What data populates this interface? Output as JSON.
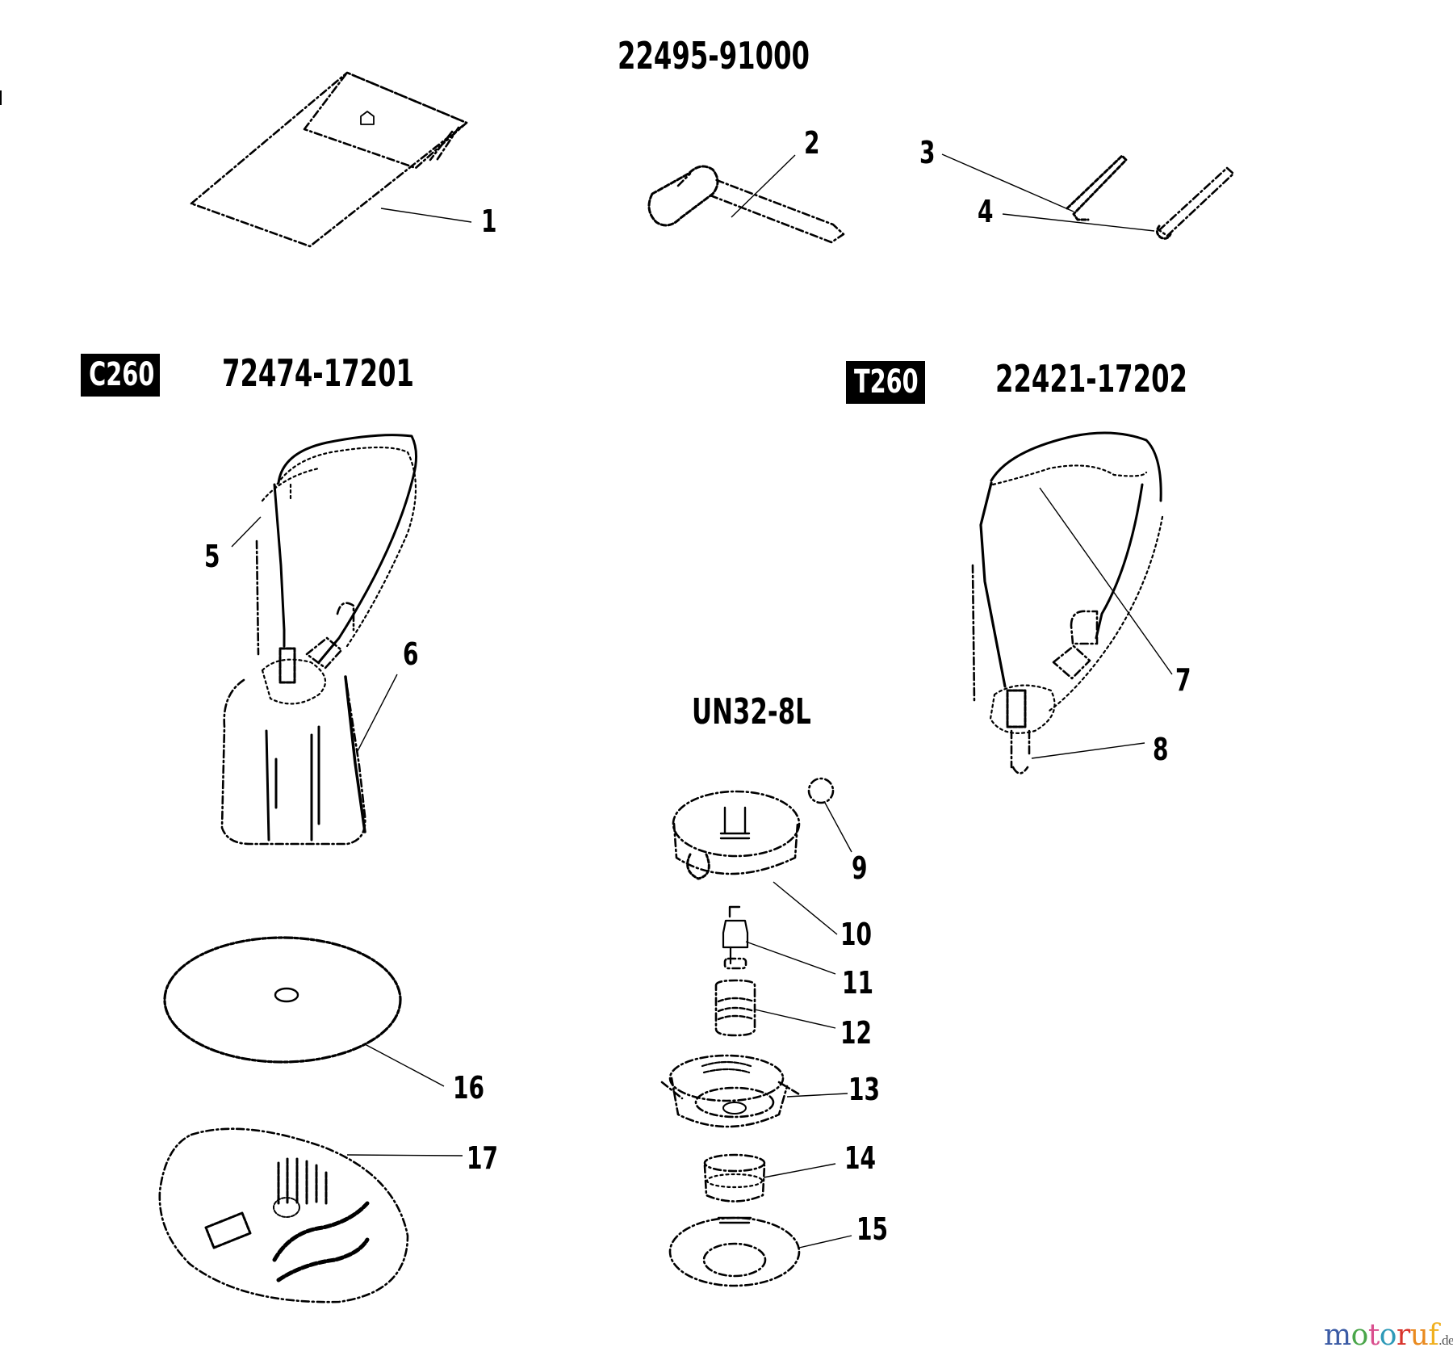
{
  "diagram": {
    "kit_title": "22495-91000",
    "model_groups": [
      {
        "badge": "C260",
        "part_number": "72474-17201"
      },
      {
        "badge": "T260",
        "part_number": "22421-17202"
      }
    ],
    "head_title": "UN32-8L",
    "callouts": [
      "1",
      "2",
      "3",
      "4",
      "5",
      "6",
      "7",
      "8",
      "9",
      "10",
      "11",
      "12",
      "13",
      "14",
      "15",
      "16",
      "17"
    ],
    "parts": [
      {
        "ref": "1",
        "depicts": "tool bag"
      },
      {
        "ref": "2",
        "depicts": "T-handle plug wrench"
      },
      {
        "ref": "3",
        "depicts": "hex key (small)"
      },
      {
        "ref": "4",
        "depicts": "hex key / screwdriver"
      },
      {
        "ref": "5",
        "depicts": "shoulder harness (C260)"
      },
      {
        "ref": "6",
        "depicts": "hip pad"
      },
      {
        "ref": "7",
        "depicts": "shoulder harness (T260)"
      },
      {
        "ref": "8",
        "depicts": "harness hook"
      },
      {
        "ref": "9",
        "depicts": "knob"
      },
      {
        "ref": "10",
        "depicts": "cover"
      },
      {
        "ref": "11",
        "depicts": "bolt"
      },
      {
        "ref": "12",
        "depicts": "spring"
      },
      {
        "ref": "13",
        "depicts": "spool"
      },
      {
        "ref": "14",
        "depicts": "cup"
      },
      {
        "ref": "15",
        "depicts": "plate"
      },
      {
        "ref": "16",
        "depicts": "saw blade"
      },
      {
        "ref": "17",
        "depicts": "blade guard"
      }
    ]
  },
  "watermark": {
    "letters": [
      {
        "ch": "m",
        "color": "#3b5ba5"
      },
      {
        "ch": "o",
        "color": "#4aa64a"
      },
      {
        "ch": "t",
        "color": "#d94f8e"
      },
      {
        "ch": "o",
        "color": "#2e9ab8"
      },
      {
        "ch": "r",
        "color": "#d8342c"
      },
      {
        "ch": "u",
        "color": "#e98a1f"
      },
      {
        "ch": "f",
        "color": "#f0b020"
      }
    ],
    "tld": ".de"
  },
  "colors": {
    "ink": "#000000",
    "paper": "#ffffff",
    "badge_bg": "#000000",
    "badge_fg": "#ffffff"
  }
}
